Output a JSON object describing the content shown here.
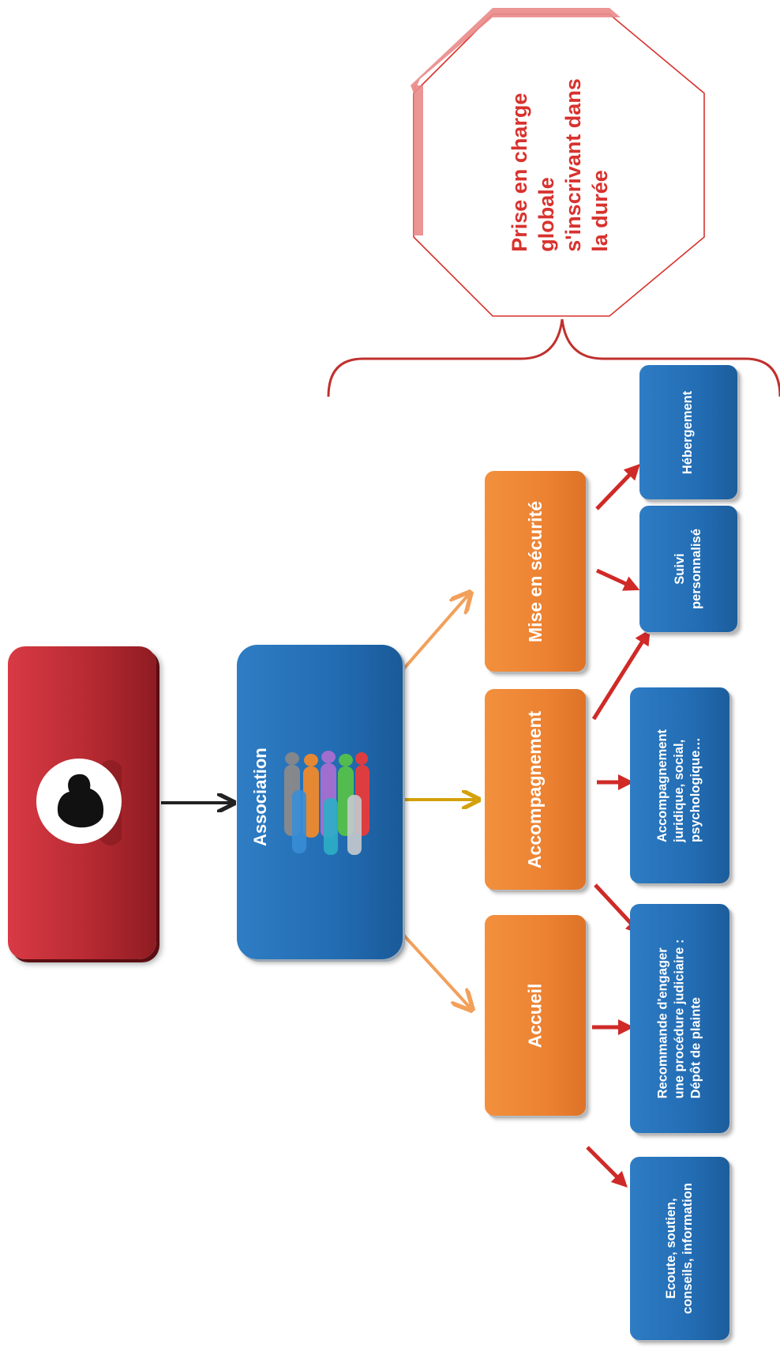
{
  "victim": {
    "icon": "person-silhouette-icon"
  },
  "association": {
    "label": "Association",
    "icon": "people-group-icon"
  },
  "stages": {
    "accueil": "Accueil",
    "accompagnement": "Accompagnement",
    "securite": "Mise en sécurité"
  },
  "outcomes": {
    "ecoute": [
      "Ecoute, soutien,",
      "conseils, information"
    ],
    "plainte": [
      "Recommande d'engager",
      "une procédure judiciaire :",
      "Dépôt de plainte"
    ],
    "accompagnement": [
      "Accompagnement",
      "juridique, social,",
      "psychologique…"
    ],
    "suivi": [
      "Suivi",
      "personnalisé"
    ],
    "hebergement": "Hébergement"
  },
  "summary": [
    "Prise en charge",
    "globale",
    "s'inscrivant dans",
    "la durée"
  ],
  "colors": {
    "victim": "#c8313a",
    "association": "#226cb3",
    "stage": "#ec8232",
    "outcome": "#236db4",
    "arrow_red": "#cf2a27",
    "arrow_orange": "#f2a05a",
    "arrow_gold": "#d4a10c",
    "summary_text": "#d8322e"
  }
}
